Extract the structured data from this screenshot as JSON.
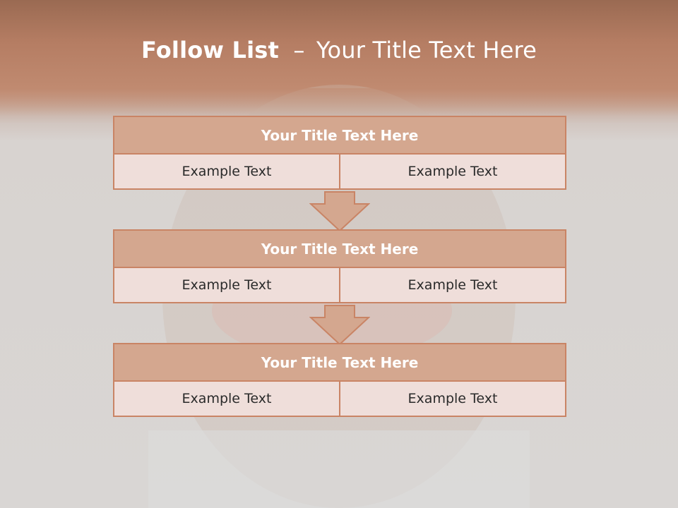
{
  "slide": {
    "title_bold": "Follow List",
    "title_dash": "–",
    "title_rest": "Your Title Text Here"
  },
  "blocks": [
    {
      "header": "Your Title Text Here",
      "left": "Example Text",
      "right": "Example Text"
    },
    {
      "header": "Your Title Text Here",
      "left": "Example Text",
      "right": "Example Text"
    },
    {
      "header": "Your Title Text Here",
      "left": "Example Text",
      "right": "Example Text"
    }
  ],
  "colors": {
    "header_fill": "#d4a78f",
    "border": "#c98465",
    "cell_fill": "#efdeda",
    "arrow_fill": "#d4a78f"
  }
}
